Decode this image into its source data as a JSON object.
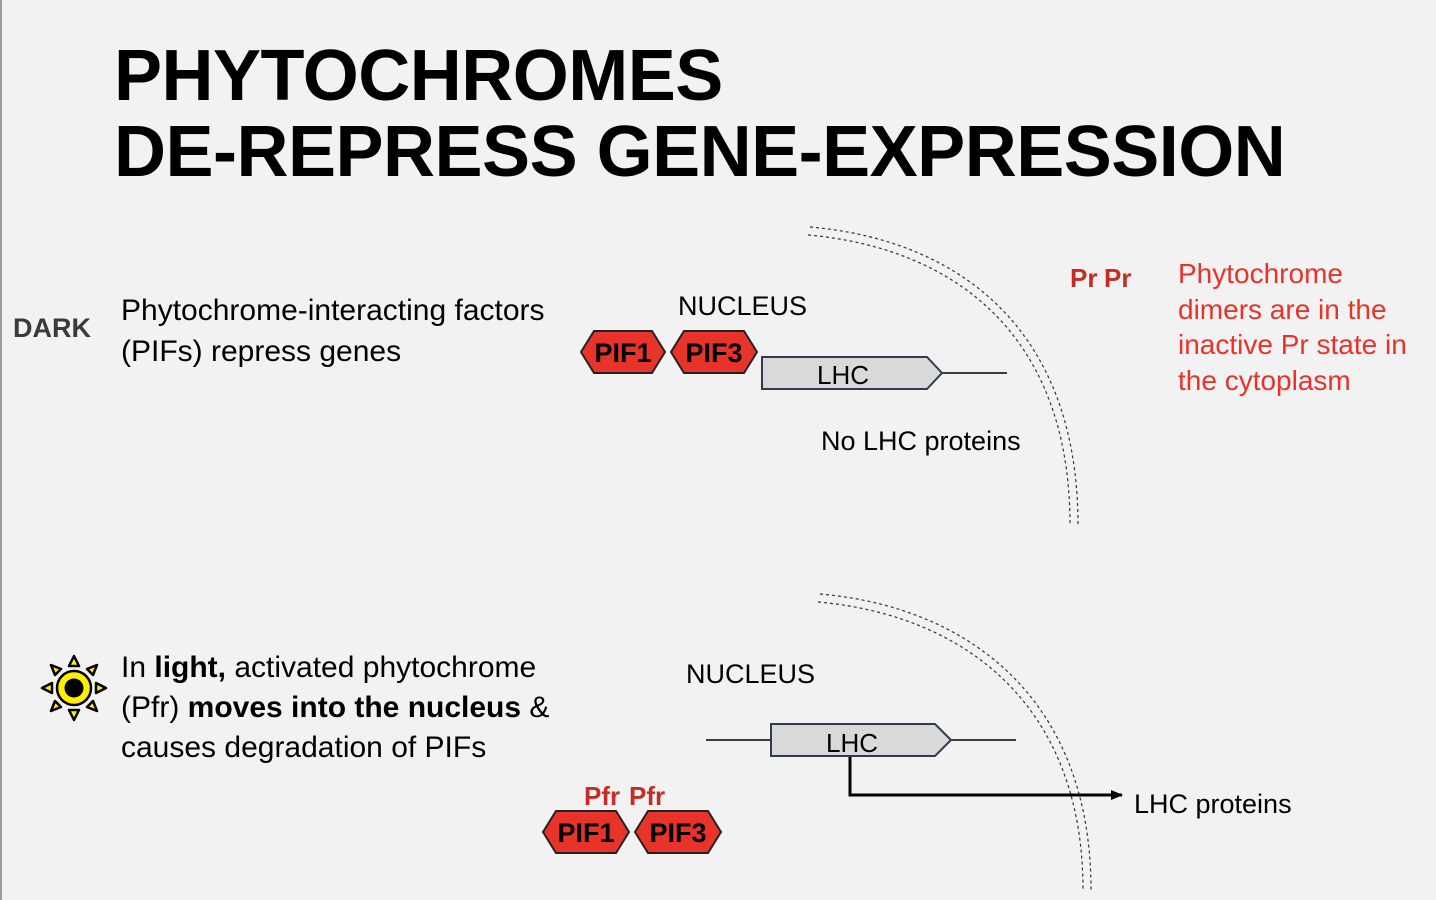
{
  "title": {
    "line1": "PHYTOCHROMES",
    "line2": "DE-REPRESS GENE-EXPRESSION"
  },
  "dark": {
    "label": "DARK",
    "description": "Phytochrome-interacting factors (PIFs) repress genes",
    "nucleus_label": "NUCLEUS",
    "pif1": "PIF1",
    "pif3": "PIF3",
    "gene": "LHC",
    "result": "No LHC proteins",
    "phytochrome_1": "Pr",
    "phytochrome_2": "Pr",
    "note": "Phytochrome dimers are in the inactive Pr state in the cytoplasm"
  },
  "light": {
    "text_1": "In ",
    "text_2": "light,",
    "text_3": " activated phytochrome (Pfr) ",
    "text_4": "moves into the nucleus",
    "text_5": " & causes degradation of PIFs",
    "nucleus_label": "NUCLEUS",
    "gene": "LHC",
    "result": "LHC proteins",
    "phytochrome_1": "Pfr",
    "phytochrome_2": "Pfr",
    "pif1": "PIF1",
    "pif3": "PIF3"
  },
  "colors": {
    "background": "#f2f2f2",
    "pif_fill": "#e8332a",
    "phytochrome_text": "#c62d22",
    "note_text": "#e8332a",
    "gene_fill": "#d9d9d9",
    "gene_stroke": "#2f3b52",
    "sun_fill": "#ffee00"
  },
  "icons": {
    "sun": "sun-icon"
  }
}
